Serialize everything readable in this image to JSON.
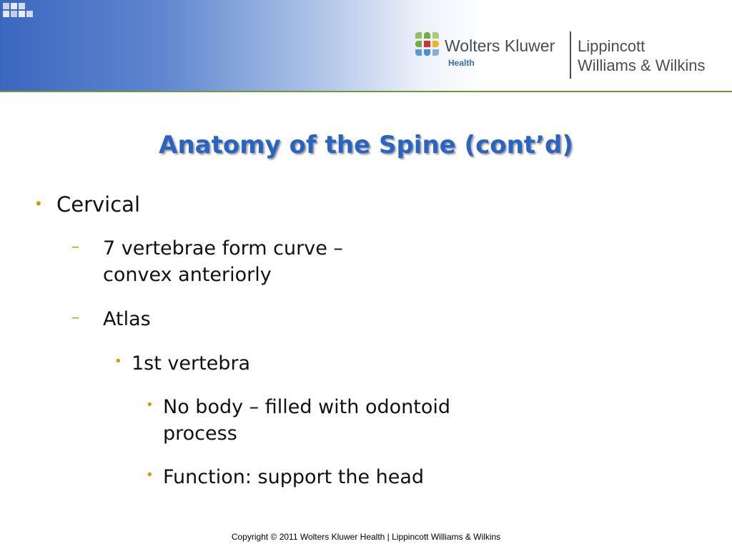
{
  "header": {
    "brand": "Wolters Kluwer",
    "brand_sub": "Health",
    "imprint_line1": "Lippincott",
    "imprint_line2": "Williams & Wilkins"
  },
  "slide": {
    "title": "Anatomy of the Spine (cont’d)",
    "bullets": [
      {
        "text": "Cervical"
      },
      {
        "line1": "7 vertebrae form curve –",
        "line2": "convex anteriorly"
      },
      {
        "text": "Atlas"
      },
      {
        "text": "1st vertebra"
      },
      {
        "line1": "No body – filled with odontoid",
        "line2": "process"
      },
      {
        "text": "Function: support the head"
      }
    ]
  },
  "footer": {
    "copyright": "Copyright © 2011 Wolters Kluwer Health | Lippincott Williams & Wilkins"
  },
  "colors": {
    "title": "#2a64c2",
    "bullet": "#cc9900",
    "header_gradient_start": "#3b67bf",
    "header_rule": "#6f9a3a"
  }
}
